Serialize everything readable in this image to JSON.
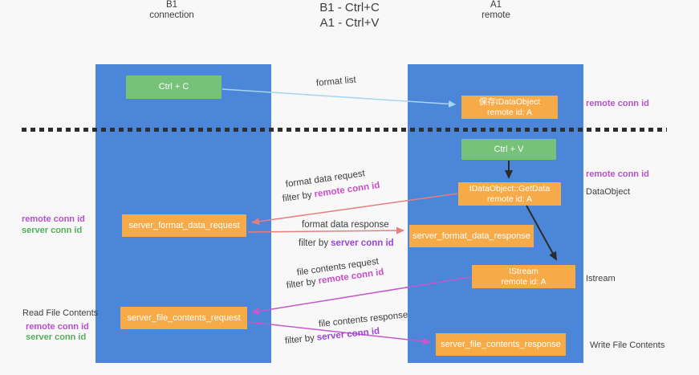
{
  "title": {
    "line1": "B1 - Ctrl+C",
    "line2": "A1 - Ctrl+V"
  },
  "columns": {
    "left": {
      "name": "B1",
      "role": "connection"
    },
    "right": {
      "name": "A1",
      "role": "remote"
    }
  },
  "boxes": {
    "ctrl_c": {
      "label": "Ctrl + C"
    },
    "ctrl_v": {
      "label": "Ctrl + V"
    },
    "save_idataobject": {
      "line1": "保存IDataObject",
      "line2": "remote id: A"
    },
    "getdata": {
      "line1": "IDataObject::GetData",
      "line2": "remote id: A"
    },
    "istream": {
      "line1": "IStream",
      "line2": "remote id: A"
    },
    "format_request": {
      "label": "server_format_data_request"
    },
    "format_response": {
      "label": "server_format_data_response"
    },
    "file_request": {
      "label": "server_file_contents_request"
    },
    "file_response": {
      "label": "server_file_contents_response"
    }
  },
  "flow_labels": {
    "format_list": "format list",
    "filter_by": "filter by",
    "remote_conn_id": "remote conn id",
    "server_conn_id": "server conn id",
    "format_data_request": "format data request",
    "format_data_response": "format data response",
    "file_contents_request": "file contents request",
    "file_contents_response": "file contents response"
  },
  "left_labels": {
    "remote_conn_id": "remote conn id",
    "server_conn_id": "server conn id",
    "read_file_contents": "Read File Contents"
  },
  "right_labels": {
    "remote_conn_id_top": "remote conn id",
    "remote_conn_id_mid": "remote conn id",
    "dataobject": "DataObject",
    "istream": "Istream",
    "write_file_contents": "Write File Contents"
  },
  "colors": {
    "column_blue": "#4c86d8",
    "box_orange": "#f7ab48",
    "box_green": "#76c279",
    "arrow_red": "#e87d80",
    "arrow_magenta": "#c757cb",
    "arrow_lightblue": "#a9d5f5",
    "arrow_black": "#2b2b2b",
    "text_magenta": "#c84ec9",
    "text_purple": "#9b45d6",
    "text_green": "#55ad5a"
  }
}
